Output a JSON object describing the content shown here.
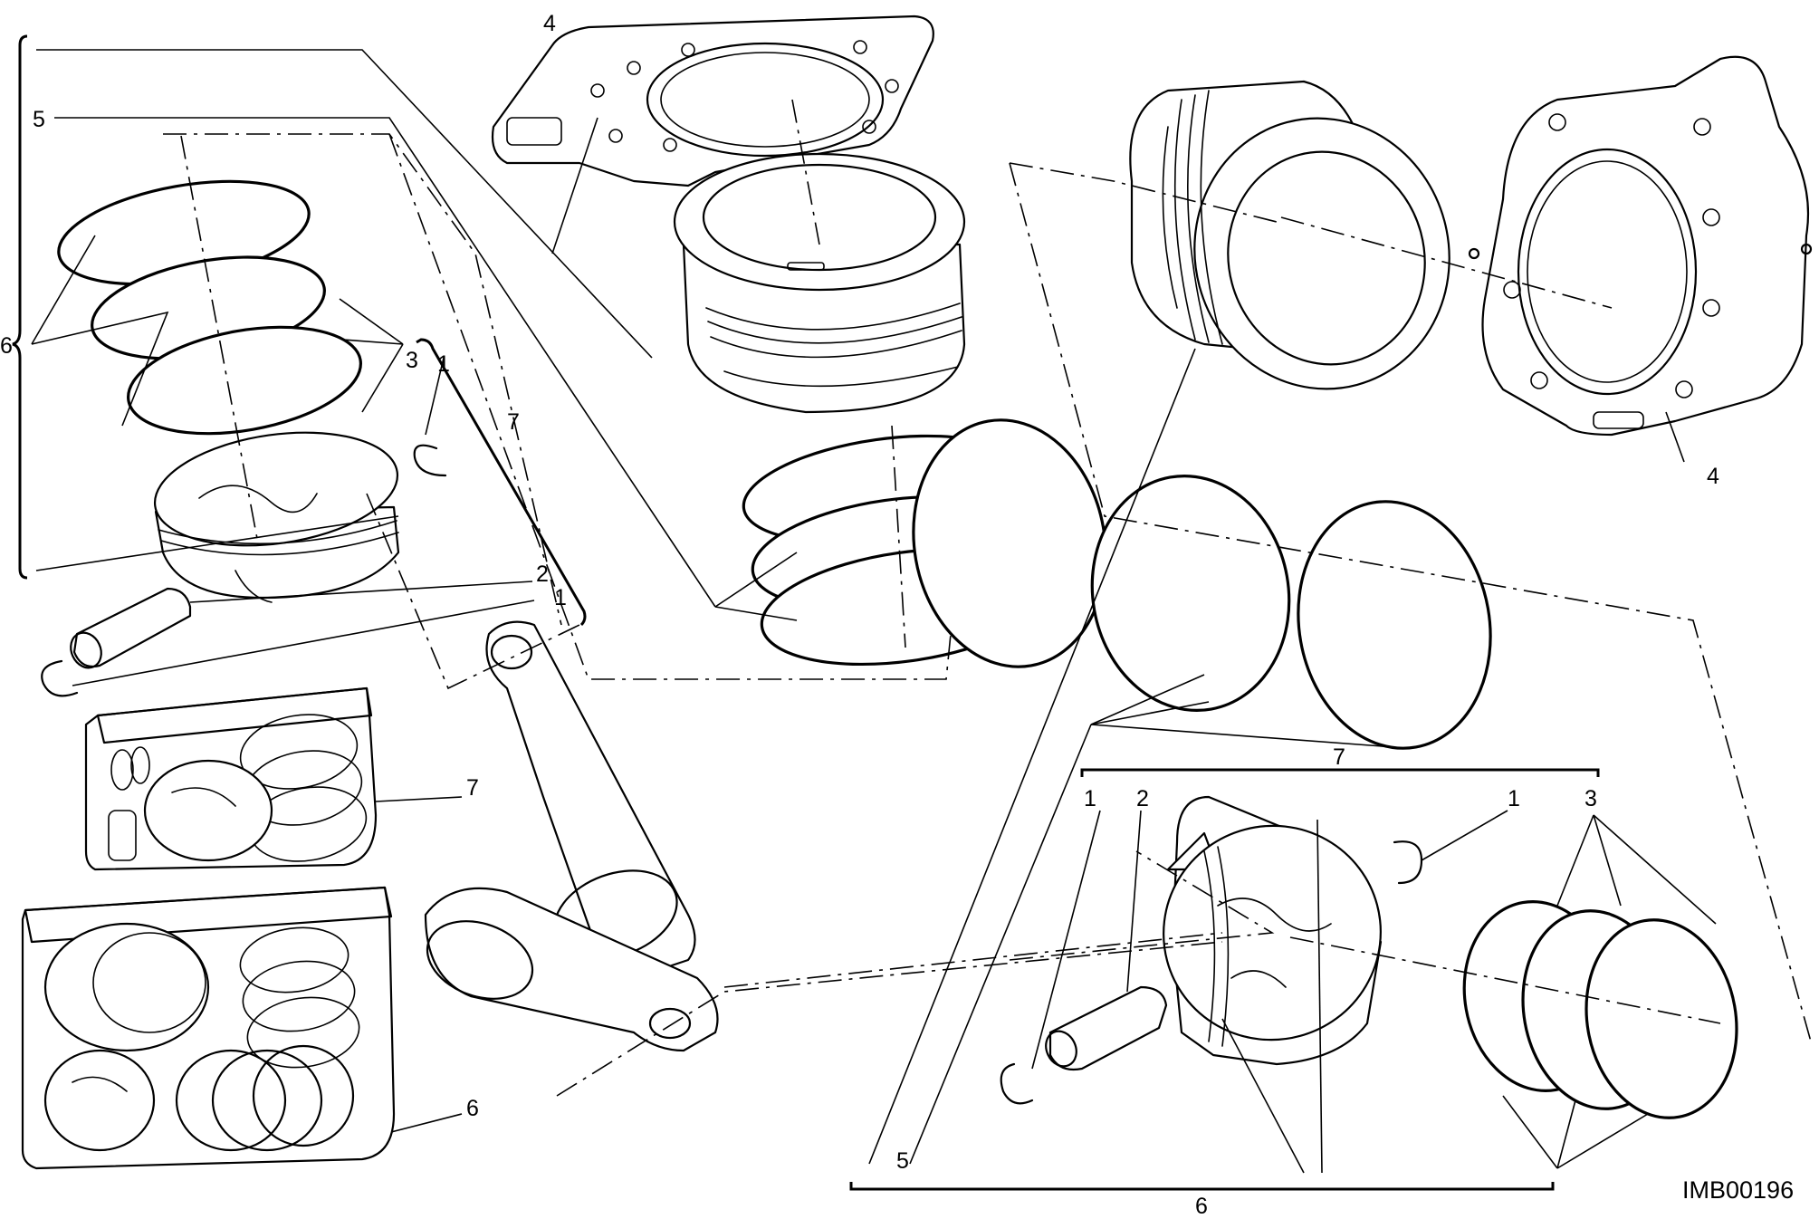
{
  "callouts": {
    "ref_1": "1",
    "ref_2": "2",
    "ref_3": "3",
    "ref_4": "4",
    "ref_5": "5",
    "ref_6": "6",
    "ref_7": "7"
  },
  "drawing_code": "IMB00196",
  "icons": {
    "gasket": "head-gasket-icon",
    "cylinder": "cylinder-liner-icon",
    "piston": "piston-icon",
    "rings": "piston-ring-icon",
    "pin": "piston-pin-icon",
    "circlip": "circlip-icon",
    "rod": "connecting-rod-icon",
    "kit": "parts-kit-icon"
  }
}
